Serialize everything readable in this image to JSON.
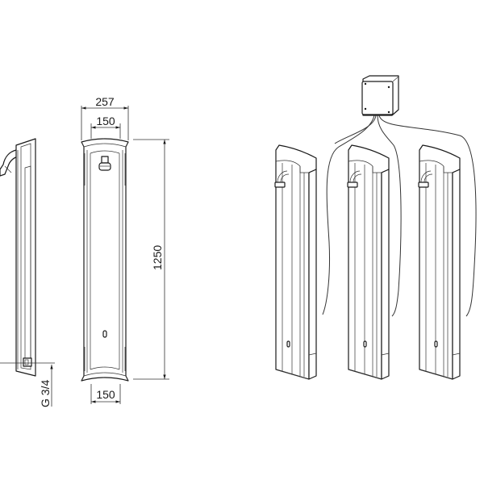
{
  "diagram": {
    "type": "technical drawing",
    "subject": "wall-mounted shower panel",
    "views": {
      "side_view": {
        "connection_label": "G 3/4"
      },
      "front_view": {
        "dimensions": {
          "overall_width": "257",
          "top_inner_width": "150",
          "bottom_inner_width": "150",
          "height": "1250"
        }
      },
      "installation_view": {
        "panel_count": 3,
        "junction_box": "junction-box",
        "cables": 3
      }
    },
    "colors": {
      "line": "#1a1a1a",
      "background": "#ffffff"
    }
  }
}
